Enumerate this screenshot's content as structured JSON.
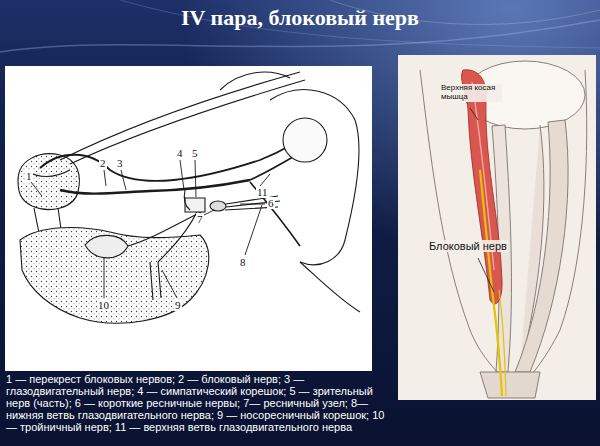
{
  "diagram": {
    "title": "IV пара, блоковый нерв",
    "caption": "1 — перекрест блоковых нервов; 2 — блоковый нерв; 3 — глазодвигательный нерв; 4 — симпатический корешок; 5 — зрительный нерв (часть); 6 — короткие ресничные нервы; 7— ресничный узел; 8— нижняя ветвь глазодвигательного нерва; 9 — носоресничный корешок; 10 — тройничный нерв; 11 — верхняя ветвь глазодвигательного нерва",
    "labels": [
      "1",
      "2",
      "3",
      "4",
      "5",
      "6",
      "7",
      "8",
      "9",
      "10",
      "11",
      "Верхняя косая мышца",
      "Блоковый нерв"
    ]
  }
}
